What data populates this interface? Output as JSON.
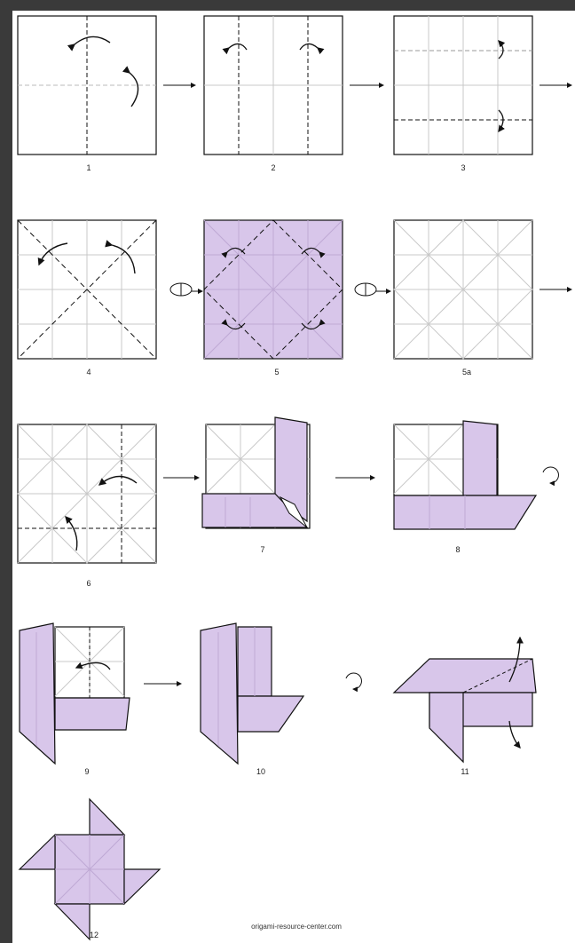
{
  "colors": {
    "paper": "#ffffff",
    "colored_side": "#d8c6ea",
    "crease": "#c9c9c9",
    "line": "#111111",
    "background": "#3a3a3a"
  },
  "steps": [
    {
      "label": "1"
    },
    {
      "label": "2"
    },
    {
      "label": "3"
    },
    {
      "label": "4"
    },
    {
      "label": "5"
    },
    {
      "label": "5a"
    },
    {
      "label": "6"
    },
    {
      "label": "7"
    },
    {
      "label": "8"
    },
    {
      "label": "9"
    },
    {
      "label": "10"
    },
    {
      "label": "11"
    },
    {
      "label": "12"
    }
  ],
  "credit": "origami-resource-center.com"
}
